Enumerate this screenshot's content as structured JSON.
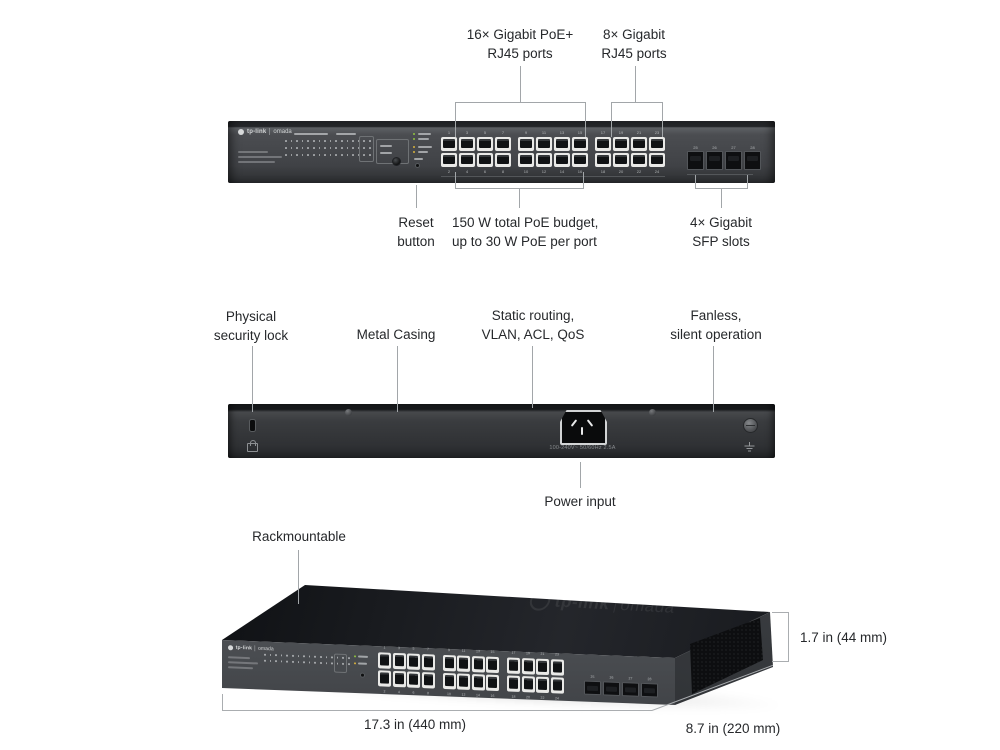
{
  "branding": {
    "brand": "tp-link",
    "sub_brand": "omada"
  },
  "front_callouts": {
    "poe_ports": {
      "line1": "16× Gigabit PoE+",
      "line2": "RJ45 ports"
    },
    "uplink_ports": {
      "line1": "8× Gigabit",
      "line2": "RJ45 ports"
    },
    "reset": {
      "line1": "Reset",
      "line2": "button"
    },
    "poe_budget": {
      "line1": "150 W total PoE budget,",
      "line2": "up to 30 W PoE per port"
    },
    "sfp": {
      "line1": "4× Gigabit",
      "line2": "SFP slots"
    }
  },
  "rear_callouts": {
    "security_lock": {
      "line1": "Physical",
      "line2": "security lock"
    },
    "metal_casing": {
      "line1": "Metal Casing"
    },
    "features": {
      "line1": "Static routing,",
      "line2": "VLAN, ACL, QoS"
    },
    "fanless": {
      "line1": "Fanless,",
      "line2": "silent operation"
    },
    "power_input": {
      "line1": "Power input"
    }
  },
  "rear_panel": {
    "power_rating": "100-240V~ 50/60Hz 2.5A"
  },
  "bottom_callouts": {
    "rackmountable": "Rackmountable"
  },
  "dimensions": {
    "width_label": "17.3 in (440 mm)",
    "depth_label": "8.7 in (220 mm)",
    "height_label": "1.7 in (44 mm)"
  },
  "device": {
    "rj45_port_count": 24,
    "rj45_ports_per_group": 8,
    "sfp_port_count": 4,
    "sfp_start_number": 25
  },
  "icons": {
    "kensington_lock": "lock-icon",
    "grounding": "ground-icon",
    "power_socket": "iec-c14-inlet",
    "screw": "screw-icon"
  },
  "colors": {
    "callout_line": "#a2a6a9",
    "text": "#26282b",
    "chassis_front": "#46484c",
    "chassis_rear": "#323437",
    "chassis_top": "#17191c",
    "port_bezel": "#e9e9e7",
    "port_opening": "#141517",
    "led_green": "#8fc43f",
    "led_amber": "#d9b13c"
  }
}
